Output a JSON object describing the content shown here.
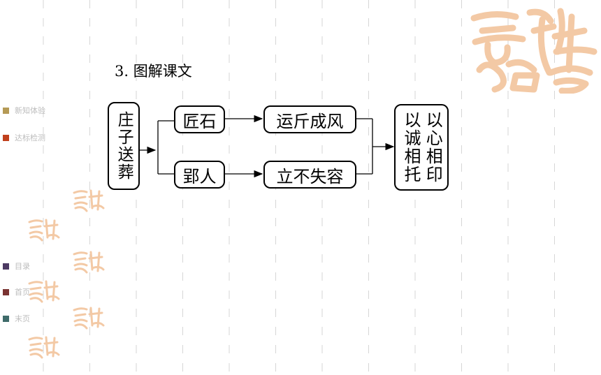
{
  "watermark": {
    "seal_text": "吉祥如意",
    "seal_color": "#f3c9a5"
  },
  "sidebar": {
    "items": [
      {
        "label": "新知体验",
        "color": "#b59a55"
      },
      {
        "label": "达标检测",
        "color": "#c0401d"
      },
      {
        "label": "目录",
        "color": "#4c3a63"
      },
      {
        "label": "首页",
        "color": "#7a3331"
      },
      {
        "label": "末页",
        "color": "#3f6b6a"
      }
    ]
  },
  "section": {
    "title": "3. 图解课文"
  },
  "diagram": {
    "start": "庄子送葬",
    "branch_top": "匠石",
    "branch_bottom": "郢人",
    "result_top": "运斤成风",
    "result_bottom": "立不失容",
    "end_left": "以诚相托",
    "end_right": "以心相印"
  }
}
